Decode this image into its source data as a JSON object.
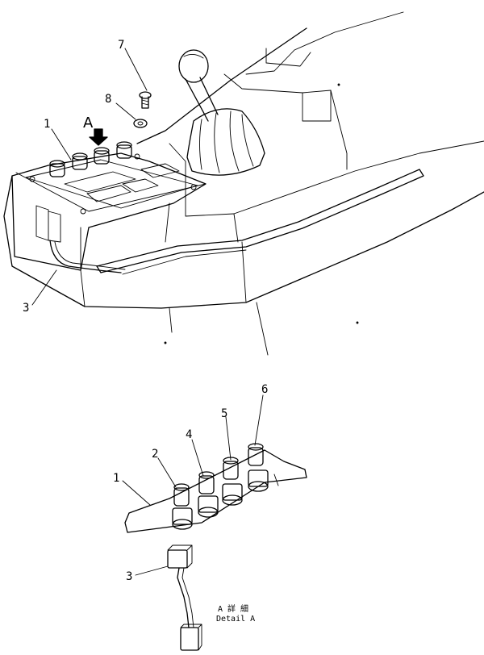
{
  "callouts": {
    "top": {
      "c1": "1",
      "c3": "3",
      "c7": "7",
      "c8": "8",
      "arrow": "A"
    },
    "detail": {
      "c1": "1",
      "c2": "2",
      "c3": "3",
      "c4": "4",
      "c5": "5",
      "c6": "6"
    }
  },
  "detail_caption": {
    "jp": "A 詳 細",
    "en": "Detail A"
  }
}
